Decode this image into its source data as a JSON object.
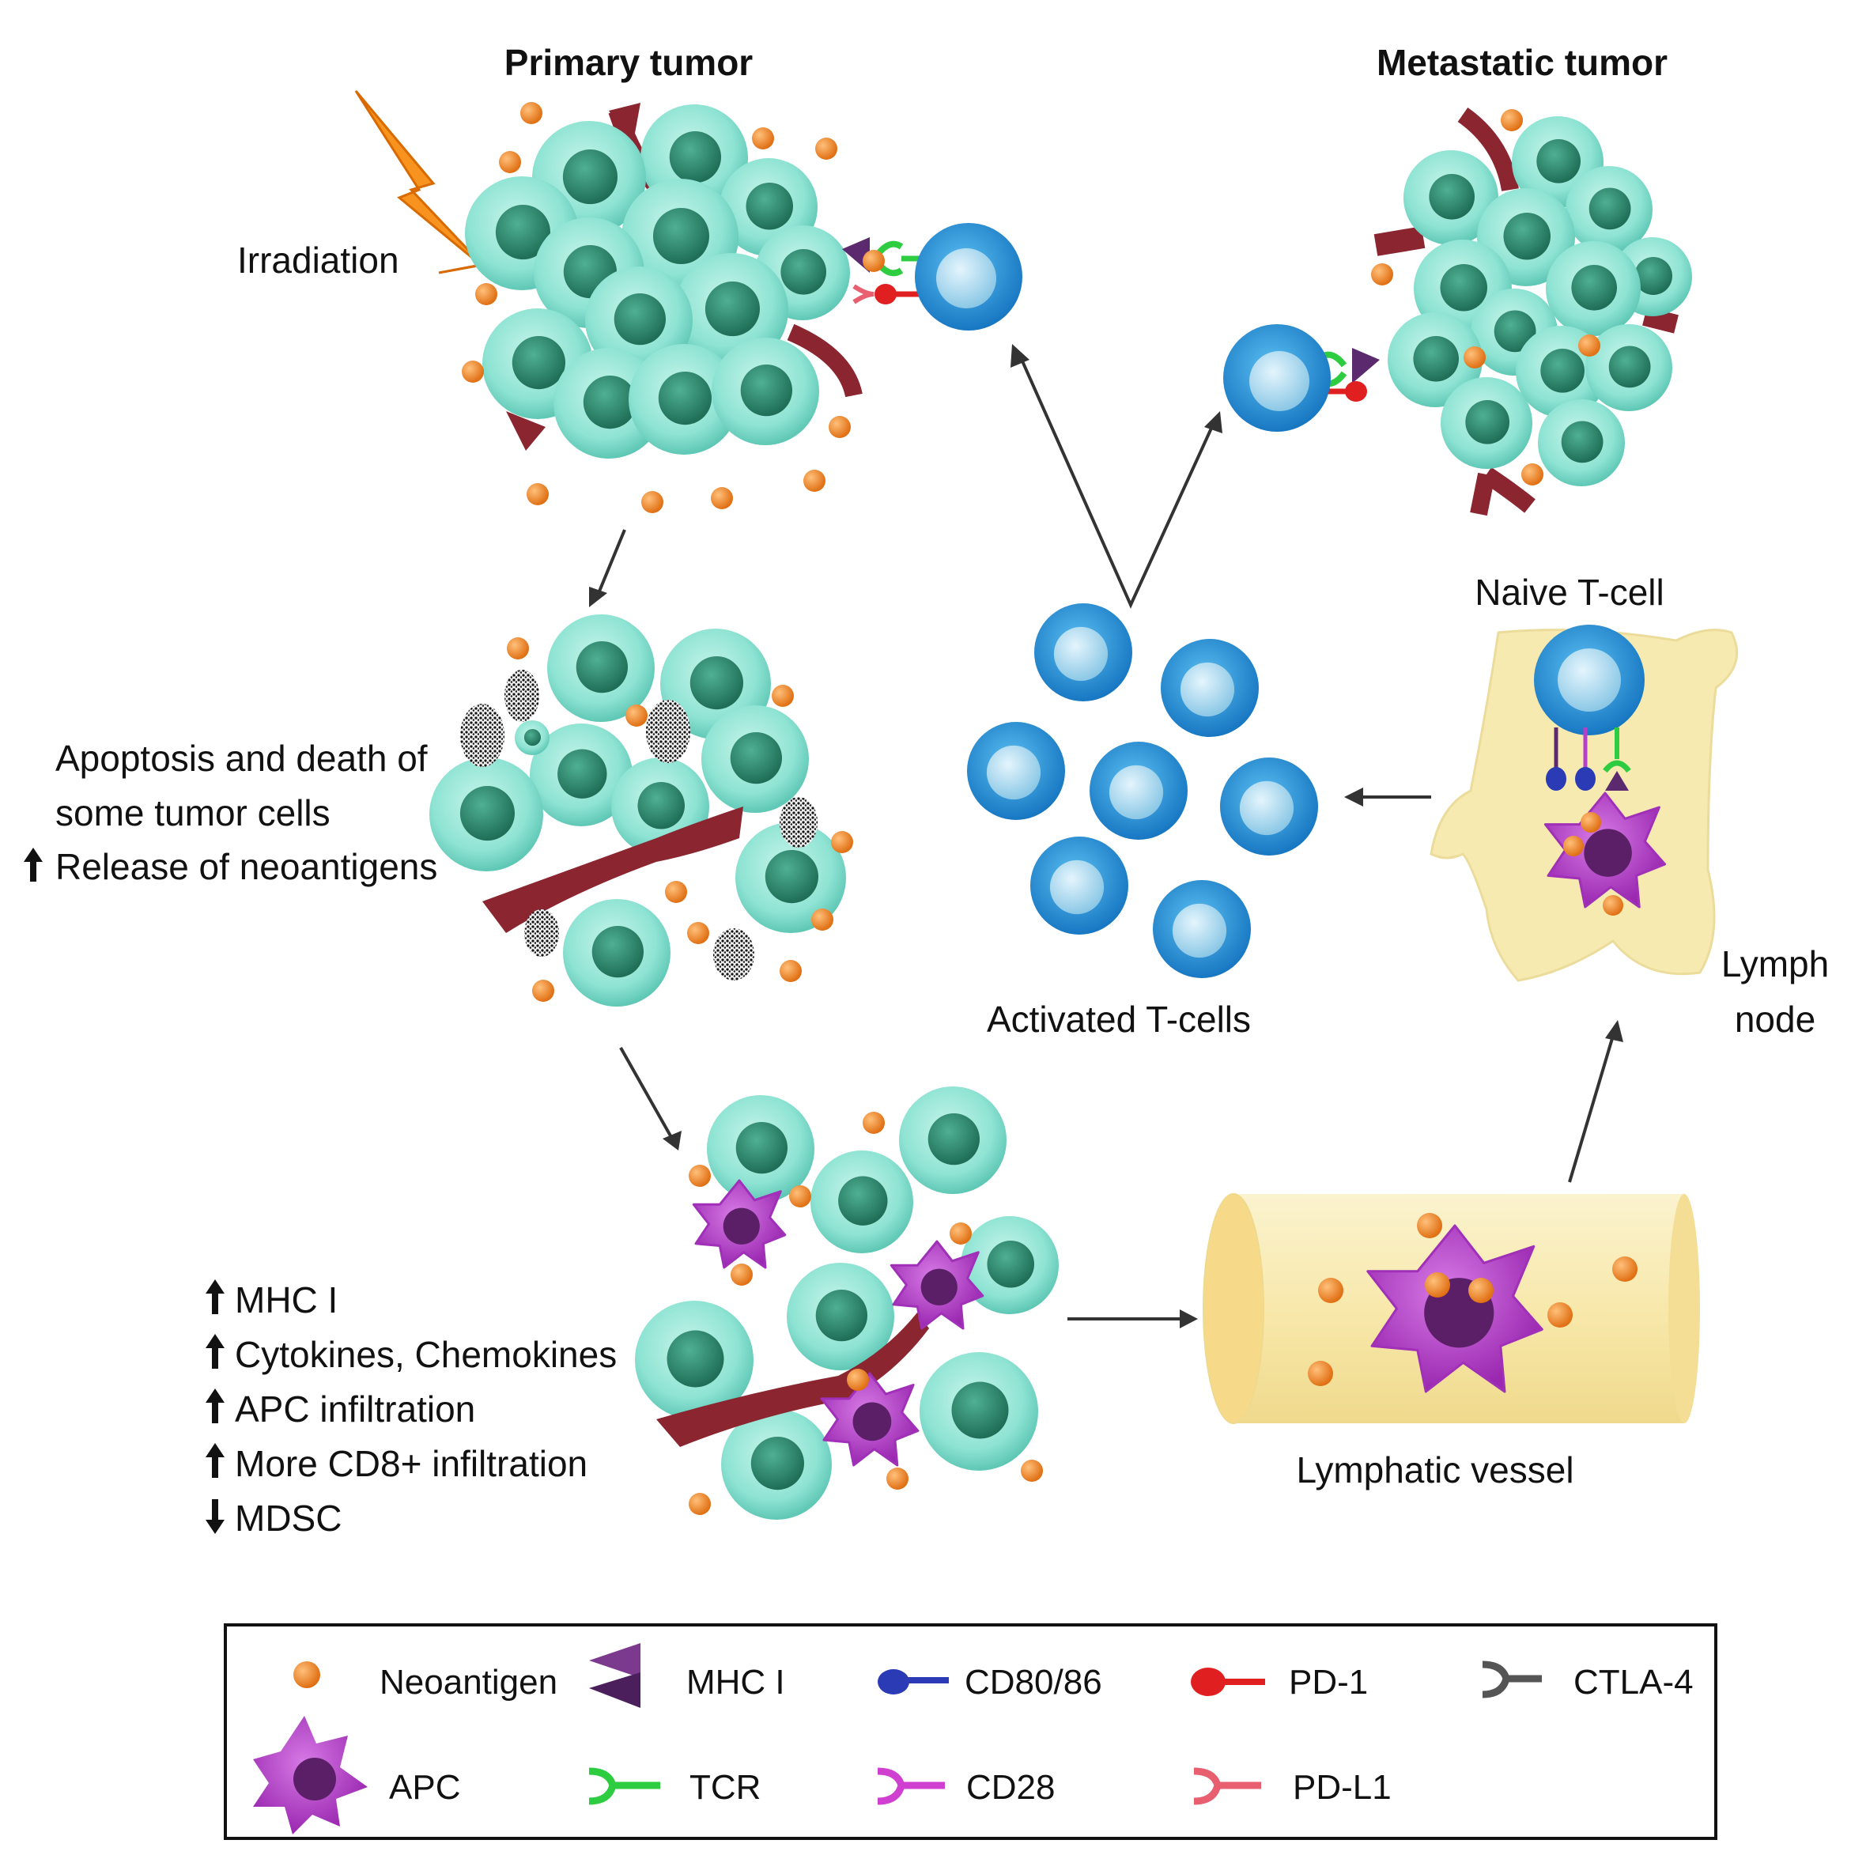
{
  "titles": {
    "primary": "Primary tumor",
    "metastatic": "Metastatic tumor"
  },
  "labels": {
    "irradiation": "Irradiation",
    "apoptosis_line1": "Apoptosis and death of",
    "apoptosis_line2": "some tumor cells",
    "release": "Release of neoantigens",
    "naive": "Naive T-cell",
    "activated": "Activated T-cells",
    "lymph_line1": "Lymph",
    "lymph_line2": "node",
    "lymphatic": "Lymphatic vessel"
  },
  "effects": [
    {
      "dir": "up",
      "text": "MHC I"
    },
    {
      "dir": "up",
      "text": "Cytokines, Chemokines"
    },
    {
      "dir": "up",
      "text": "APC infiltration"
    },
    {
      "dir": "up",
      "text": "More CD8+ infiltration"
    },
    {
      "dir": "down",
      "text": "MDSC"
    }
  ],
  "legend": [
    {
      "icon": "neoantigen-icon",
      "label": "Neoantigen"
    },
    {
      "icon": "mhc-icon",
      "label": "MHC I"
    },
    {
      "icon": "cd80-icon",
      "label": "CD80/86"
    },
    {
      "icon": "pd1-icon",
      "label": "PD-1"
    },
    {
      "icon": "ctla4-icon",
      "label": "CTLA-4"
    },
    {
      "icon": "apc-icon",
      "label": "APC"
    },
    {
      "icon": "tcr-icon",
      "label": "TCR"
    },
    {
      "icon": "cd28-icon",
      "label": "CD28"
    },
    {
      "icon": "pdl1-icon",
      "label": "PD-L1"
    }
  ],
  "colors": {
    "tumor_cell": "#8ee3d3",
    "tumor_nucleus": "#2f8c72",
    "tcell": "#2d9ce0",
    "tcell_core": "#a8d8ef",
    "neoantigen": "#f08a2c",
    "vessel": "#8b2530",
    "apc": "#b43fc9",
    "lymph": "#f7eab0",
    "lightning": "#f7931e",
    "mhc": "#5b2a6e",
    "tcr": "#2ecc40",
    "cd80": "#2a3bb5",
    "pd1": "#e02020",
    "ctla4": "#555555",
    "cd28": "#d040d0",
    "pdl1": "#e86070"
  }
}
